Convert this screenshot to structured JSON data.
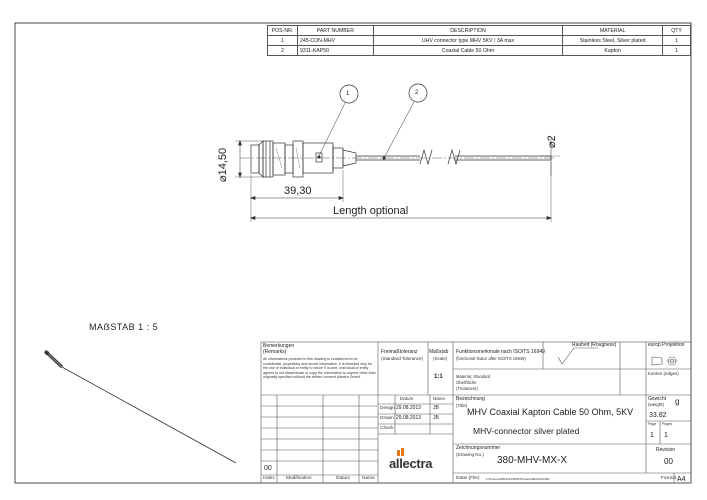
{
  "parts_list": {
    "headers": [
      "POS-NR.",
      "PART NUMBER",
      "DESCRIPTION",
      "MATERIAL",
      "QTY"
    ],
    "rows": [
      [
        "1",
        "245-CON-MHV",
        "UHV connector type MHV 5KV / 3A max",
        "Stainless Steel,  Silver plated",
        "1"
      ],
      [
        "2",
        "9311-KAP50",
        "Coaxial Cable 50 Ohm",
        "Kapton",
        "1"
      ]
    ]
  },
  "drawing": {
    "balloon_1": "1",
    "balloon_2": "2",
    "dim_diameter_connector": "⌀14,50",
    "dim_diameter_cable": "⌀2",
    "dim_connector_length": "39,30",
    "dim_total_length": "Length optional"
  },
  "scale_label": "MAẞSTAB 1 : 5",
  "title_block": {
    "remarks_title": "Bemerkungen",
    "remarks_title_en": "(Remarks)",
    "remarks_text": "All informations provided in this drawing is considered to be confidential, proprietary and secret information. It is intended only for the use of individual or entity to whom it is sent. Individual or entity agrees to not disseminate or copy the information to anyone other than originally specified without the written consent Allectra GmbH.",
    "tolerance_label": "Freimaßtoleranz",
    "tolerance_label_en": "(Standard Tolerance)",
    "scale_head": "Maßstab",
    "scale_head_en": "(Scale)",
    "scale_value": "1:1",
    "function_label": "Funktionsmerkmale nach ISO/TS 16949",
    "function_label_en": "(functional featur after ISO/TS 16949)",
    "roughness_label": "Rauheit (Rougness)",
    "projection_label": "europ.Projektion",
    "material_label": "Material, Standard",
    "surface_label": "Oberfläche",
    "treatment_label": "(Treatment)",
    "edges_label": "Kanten (edges)",
    "datum_head": "Datum",
    "name_head": "Name",
    "design_label": "Design",
    "design_date": "29.08.2013",
    "design_name": "JB",
    "drawn_label": "Drawn",
    "drawn_date": "29.08.2013",
    "drawn_name": "JB",
    "check_label": "Check",
    "designation_label": "Bezeichnung",
    "designation_label_en": "(Title)",
    "title_line1": "MHV Coaxial Kapton Cable 50 Ohm, 5KV",
    "title_line2": "MHV-connector silver plated",
    "weight_label": "Gewicht",
    "weight_label_en": "(weight)",
    "weight_unit": "g",
    "weight_value": "33.82",
    "page_label": "Page",
    "pages_label": "Pages",
    "page_value": "1",
    "pages_value": "1",
    "drawing_no_label": "Zeichnungsnummer",
    "drawing_no_label_en": "(Drawing No.)",
    "drawing_no": "380-MHV-MX-X",
    "revision_label": "Revision",
    "revision_value": "00",
    "index_value": "00",
    "index_head": "Index",
    "modification_head": "Modification",
    "date_head": "Datum",
    "name_col_head": "Name",
    "file_label": "Datei (File)",
    "file_path": "F:\\Products\\BD\\2013\\380\\F\\Products\\BD\\2013\\380\\",
    "format_label": "Format",
    "format_value": "A4",
    "logo": "allectra"
  },
  "colors": {
    "line": "#333333",
    "logo_orange": "#e07a1f",
    "logo_text": "#333333"
  }
}
